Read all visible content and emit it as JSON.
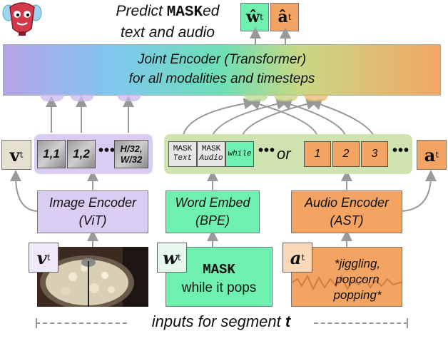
{
  "title": {
    "line1_pre": "Predict ",
    "line1_mono": "MASK",
    "line1_post": "ed",
    "line2": "text and audio"
  },
  "outputs": {
    "word": "ŵ",
    "word_sub": "t",
    "audio": "â",
    "audio_sub": "t"
  },
  "joint": {
    "line1": "Joint Encoder (Transformer)",
    "line2": "for all modalities and timesteps"
  },
  "image_tokens": {
    "first": "1,1",
    "second": "1,2",
    "last_line1": "H/32,",
    "last_line2": "W/32",
    "dots": "•••"
  },
  "text_tokens": {
    "t1_top": "MASK",
    "t1_sub": "Text",
    "t2_top": "MASK",
    "t2_sub": "Audio",
    "t3": "while",
    "dots": "•••",
    "or": "or"
  },
  "audio_tokens": {
    "a1": "1",
    "a2": "2",
    "a3": "3",
    "dots": "•••"
  },
  "side_labels": {
    "v": "v",
    "v_sub": "t",
    "a": "a",
    "a_sub": "t"
  },
  "encoders": {
    "image": {
      "line1": "Image Encoder",
      "line2": "(ViT)"
    },
    "word": {
      "line1": "Word Embed",
      "line2": "(BPE)"
    },
    "audio": {
      "line1": "Audio Encoder",
      "line2": "(AST)"
    }
  },
  "inputs": {
    "v": "v",
    "v_sub": "t",
    "w": "w",
    "w_sub": "t",
    "a": "a",
    "a_sub": "t",
    "text_line1": "MASK",
    "text_line2": "while it pops",
    "audio_line1": "*jiggling,",
    "audio_line2": "popcorn",
    "audio_line3": "popping*"
  },
  "footer": {
    "text": "inputs for segment ",
    "bold": "t"
  },
  "colors": {
    "purple": "#d9cdf3",
    "green": "#6ff0b0",
    "orange": "#f4a462",
    "gray": "#999999"
  }
}
